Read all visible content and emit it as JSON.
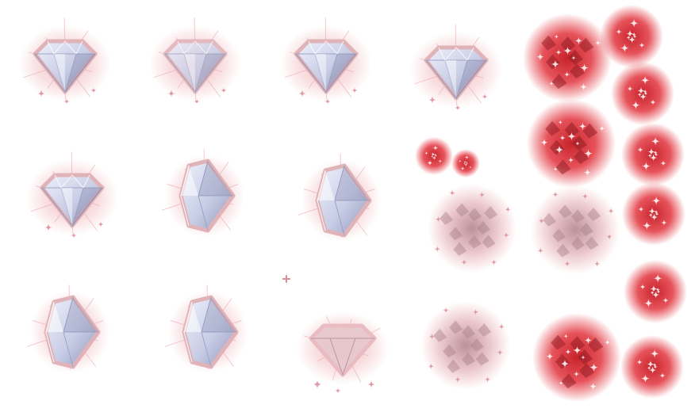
{
  "sprite_sheet": {
    "description_visible_text": "",
    "palette": {
      "diamond_light": "#eef1fb",
      "diamond_mid": "#c8cde6",
      "diamond_dark": "#8f93b6",
      "glow_pink": "#f2b9bd",
      "burst_red": "#e2343d",
      "burst_core": "#c7232c",
      "sparkle": "#d98b97"
    },
    "frame_kinds": [
      "diamond-front",
      "diamond-front-dim",
      "diamond-side",
      "diamond-fade",
      "crystal-cloud",
      "red-burst",
      "red-burst-small"
    ]
  }
}
